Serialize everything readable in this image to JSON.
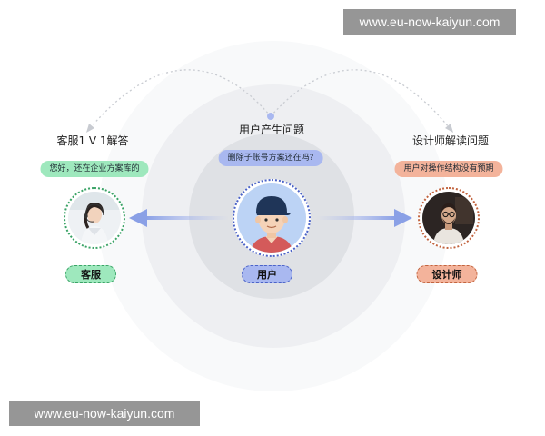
{
  "watermarks": {
    "top": "www.eu-now-kaiyun.com",
    "bottom": "www.eu-now-kaiyun.com"
  },
  "nodes": {
    "left": {
      "title": "客服1 V 1解答",
      "bubble": "您好，还在企业方案库的",
      "role": "客服"
    },
    "center": {
      "title": "用户产生问题",
      "bubble": "删除子账号方案还在吗?",
      "role": "用户"
    },
    "right": {
      "title": "设计师解读问题",
      "bubble": "用户对操作结构没有预期",
      "role": "设计师"
    }
  },
  "colors": {
    "green": "#9ee8bd",
    "blue": "#a9b8f0",
    "orange": "#f3b39b"
  },
  "icons": {
    "left_avatar": "customer-service-agent-photo",
    "center_avatar": "cartoon-user-avatar",
    "right_avatar": "designer-photo"
  }
}
